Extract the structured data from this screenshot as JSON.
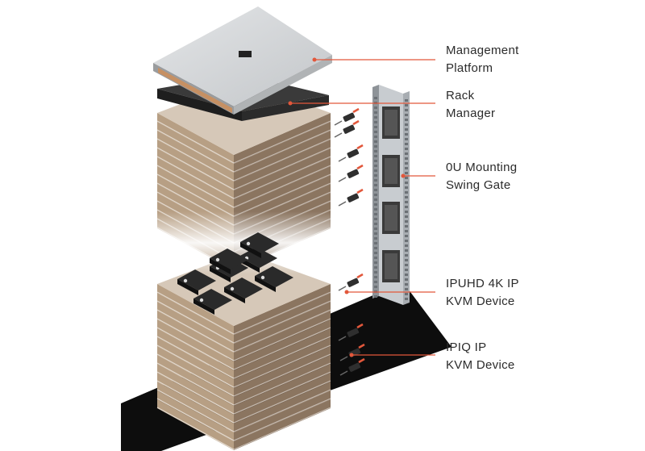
{
  "colors": {
    "accent": "#e2573b",
    "floor": "#0d0d0d",
    "server_face": "#b79f84",
    "server_side": "#8b7560",
    "server_top": "#d6c8b8",
    "chassis": "#cfd2d4",
    "kvm_device": "#2a2a2a",
    "gate_frame": "#9aa0a6"
  },
  "callouts": [
    {
      "id": "management-platform",
      "lines": [
        "Management",
        "Platform"
      ]
    },
    {
      "id": "rack-manager",
      "lines": [
        "Rack",
        "Manager"
      ]
    },
    {
      "id": "swing-gate",
      "lines": [
        "0U Mounting",
        "Swing Gate"
      ]
    },
    {
      "id": "ipuhd",
      "lines": [
        "IPUHD 4K IP",
        "KVM Device"
      ]
    },
    {
      "id": "ipiq",
      "lines": [
        "IPIQ IP",
        "KVM Device"
      ]
    }
  ]
}
